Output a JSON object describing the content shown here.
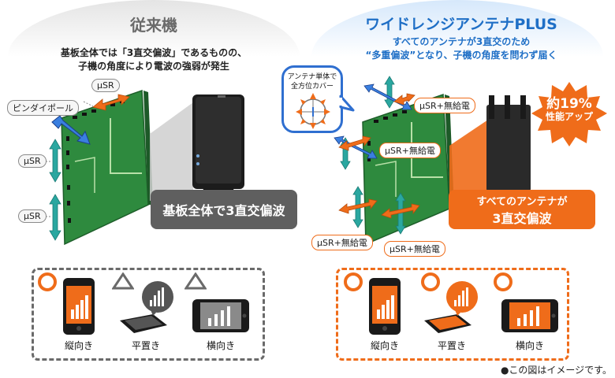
{
  "left": {
    "title": "従来機",
    "desc_line1": "基板全体では「3直交偏波」であるものの、",
    "desc_line2": "子機の角度により電波の強弱が発生",
    "label_pindipole": "ピンダイポール",
    "label_usr_top": "μSR",
    "label_usr_mid": "μSR",
    "label_usr_bot": "μSR",
    "callout": "基板全体で3直交偏波",
    "devices": [
      {
        "label": "縦向き",
        "mark": "○"
      },
      {
        "label": "平置き",
        "mark": "△"
      },
      {
        "label": "横向き",
        "mark": "△"
      }
    ]
  },
  "right": {
    "title": "ワイドレンジアンテナPLUS",
    "desc_line1": "すべてのアンテナが3直交のため",
    "desc_line2": "“多重偏波”となり、子機の角度を問わず届く",
    "bubble_line1": "アンテナ単体で",
    "bubble_line2": "全方位カバー",
    "label_usr1": "μSR+無給電",
    "label_usr2": "μSR+無給電",
    "label_usr3": "μSR+無給電",
    "label_usr4": "μSR+無給電",
    "callout_line1": "すべてのアンテナが",
    "callout_line2": "3直交偏波",
    "badge_line1": "約19%",
    "badge_line2": "性能アップ",
    "devices": [
      {
        "label": "縦向き",
        "mark": "○"
      },
      {
        "label": "平置き",
        "mark": "○"
      },
      {
        "label": "横向き",
        "mark": "○"
      }
    ]
  },
  "footnote": "●この図はイメージです。",
  "colors": {
    "orange": "#ef6c1a",
    "teal": "#2aa7a0",
    "blue": "#2f6fd0",
    "board": "#2e8a3e",
    "gray_dark": "#5f5f5f",
    "right_title": "#1f6fc6"
  }
}
